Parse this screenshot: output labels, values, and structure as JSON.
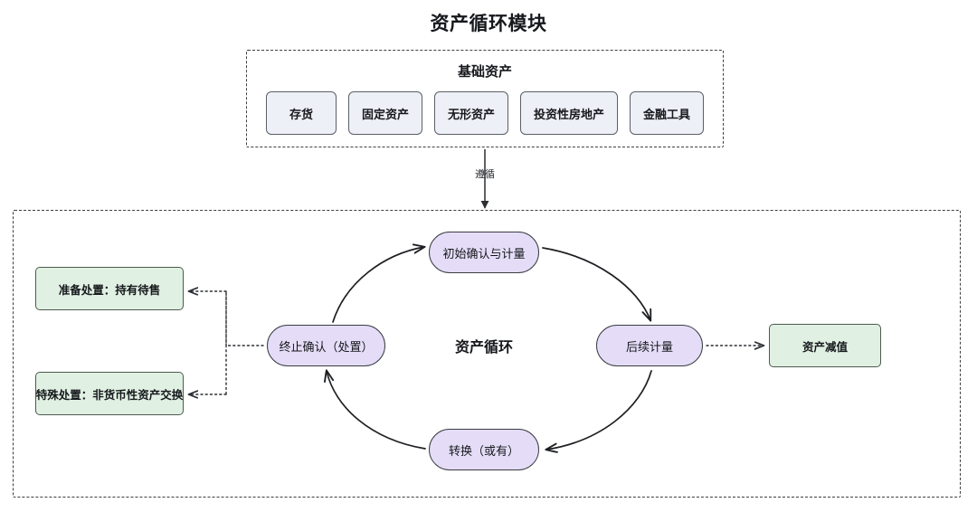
{
  "title": "资产循环模块",
  "base_assets": {
    "heading": "基础资产",
    "items": [
      {
        "label": "存货"
      },
      {
        "label": "固定资产"
      },
      {
        "label": "无形资产"
      },
      {
        "label": "投资性房地产"
      },
      {
        "label": "金融工具"
      }
    ]
  },
  "connector": {
    "follows_label": "遵循"
  },
  "cycle": {
    "center_label": "资产循环",
    "nodes": {
      "initial": "初始确认与计量",
      "subsequent": "后续计量",
      "conversion": "转换（或有）",
      "derecognition": "终止确认（处置）"
    }
  },
  "side_boxes": {
    "held_for_sale": "准备处置：持有待售",
    "nonmonetary_exchange": "特殊处置：非货币性资产交换",
    "impairment": "资产减值"
  },
  "colors": {
    "node_fill": "#e5ddf8",
    "node_stroke": "#3a3d42",
    "side_fill": "#e0f0e2",
    "side_stroke": "#4d5a4f",
    "chip_fill": "#eef0f7",
    "chip_stroke": "#5b5f66",
    "dashed_border": "#3c3f44",
    "edge": "#1d1f22",
    "background": "#ffffff"
  }
}
